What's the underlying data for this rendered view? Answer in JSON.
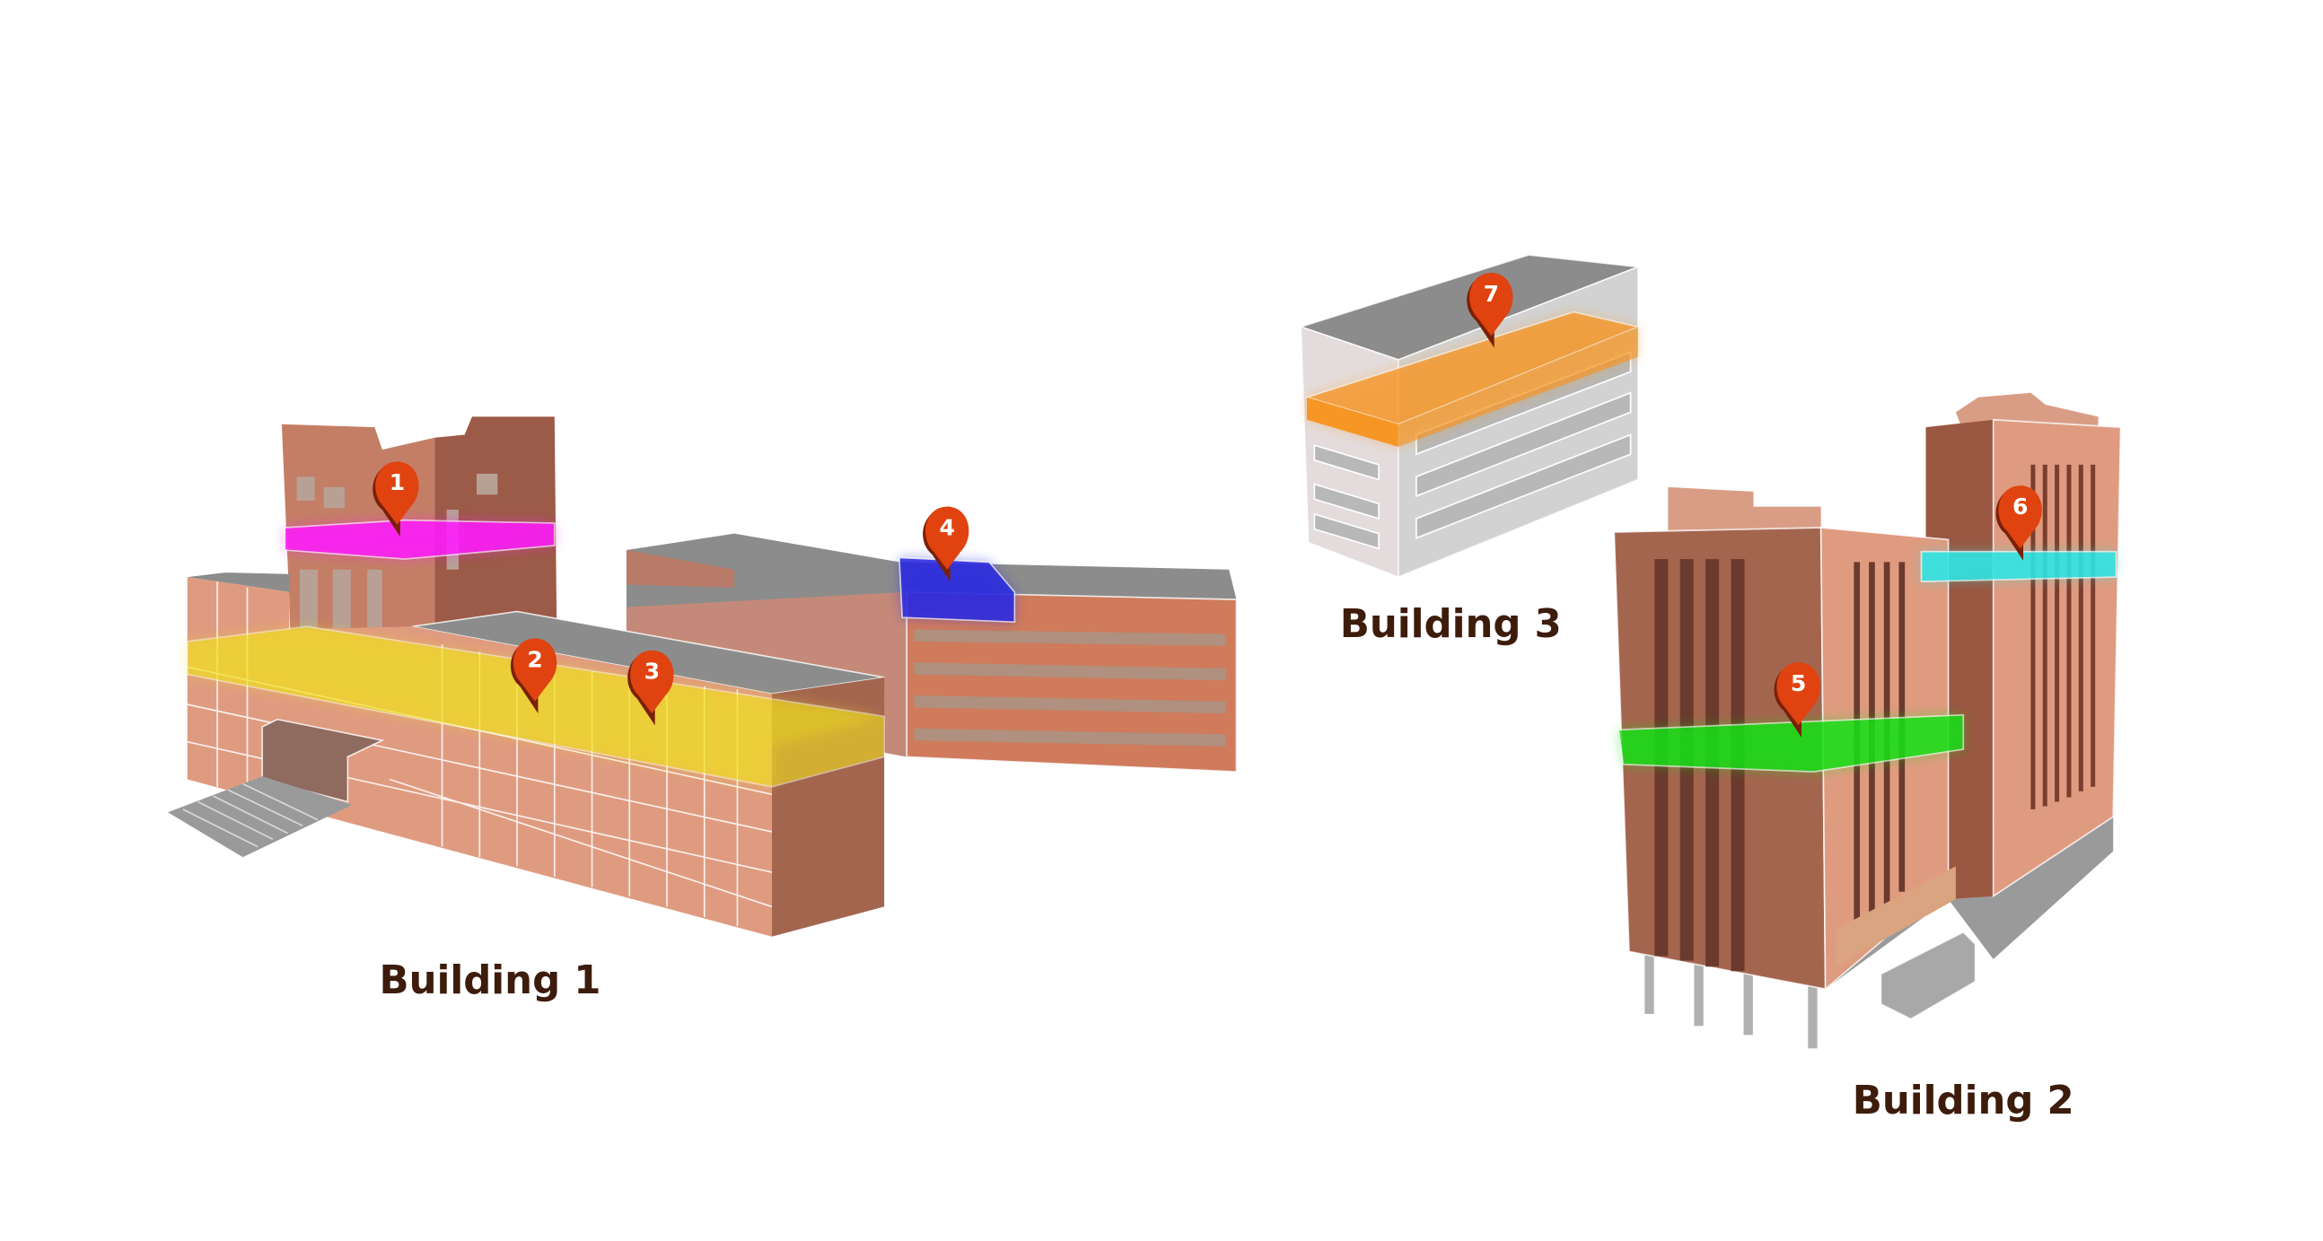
{
  "buildings": [
    {
      "label": "Building 1"
    },
    {
      "label": "Building 2"
    },
    {
      "label": "Building 3"
    }
  ],
  "markers": [
    {
      "number": "1",
      "highlight_color": "#ff1aff"
    },
    {
      "number": "2",
      "highlight_color": "#f2e020"
    },
    {
      "number": "3",
      "highlight_color": "#f2e020"
    },
    {
      "number": "4",
      "highlight_color": "#2a2ae0"
    },
    {
      "number": "5",
      "highlight_color": "#16e016"
    },
    {
      "number": "6",
      "highlight_color": "#2ee6e6"
    },
    {
      "number": "7",
      "highlight_color": "#f7931e"
    }
  ],
  "colors": {
    "pin": "#e0430f",
    "brick_light": "#df9b80",
    "brick_dark": "#a4654f",
    "roof": "#8c8c8c",
    "label": "#3d1c0c"
  }
}
